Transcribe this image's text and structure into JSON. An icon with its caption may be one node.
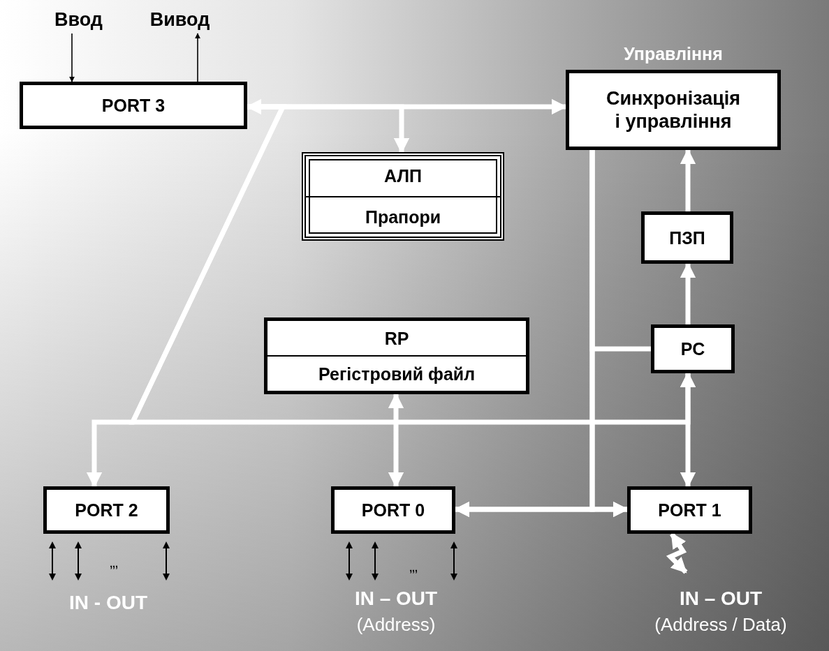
{
  "diagram": {
    "nodes": [
      {
        "text": [
          "PORT 3"
        ]
      },
      {
        "text": [
          "Ввод"
        ]
      },
      {
        "text": [
          "Вивод"
        ]
      },
      {
        "text": [
          "Управління",
          "Синхронізація і управління"
        ]
      },
      {
        "text": [
          "АЛП",
          "Прапори"
        ]
      },
      {
        "text": [
          "ПЗП"
        ]
      },
      {
        "text": [
          "PC"
        ]
      },
      {
        "text": [
          "RP",
          "Регістровий файл"
        ]
      },
      {
        "text": [
          "PORT 2"
        ]
      },
      {
        "text": [
          "PORT 0"
        ]
      },
      {
        "text": [
          "PORT 1"
        ]
      }
    ],
    "edges": [
      {
        "from": 0,
        "to": 3,
        "arrow": "both"
      },
      {
        "from": 0,
        "to": 4,
        "arrow": "to"
      },
      {
        "from": 0,
        "to": 8,
        "arrow": "to"
      },
      {
        "from": 0,
        "to": 6,
        "arrow": "to"
      },
      {
        "from": 6,
        "to": 10,
        "arrow": "both"
      },
      {
        "from": 7,
        "to": 9,
        "arrow": "both"
      },
      {
        "from": 9,
        "to": 10,
        "arrow": "both"
      },
      {
        "from": 3,
        "to": 9,
        "arrow": "to"
      },
      {
        "from": 3,
        "to": 10,
        "arrow": "to"
      },
      {
        "from": 6,
        "to": 3,
        "arrow": "none"
      },
      {
        "from": 6,
        "to": 5,
        "arrow": "to"
      },
      {
        "from": 5,
        "to": 3,
        "arrow": "to"
      },
      {
        "from": 1,
        "to": 0,
        "arrow": "to",
        "color": "#000000"
      },
      {
        "from": 0,
        "to": 2,
        "arrow": "to",
        "color": "#000000"
      },
      {
        "from": 10,
        "to": null,
        "arrow": "both"
      }
    ],
    "labels": [
      ",,,",
      "IN - OUT",
      ",,,",
      "IN – OUT",
      "(Address)",
      "IN – OUT",
      "(Address / Data)"
    ]
  }
}
